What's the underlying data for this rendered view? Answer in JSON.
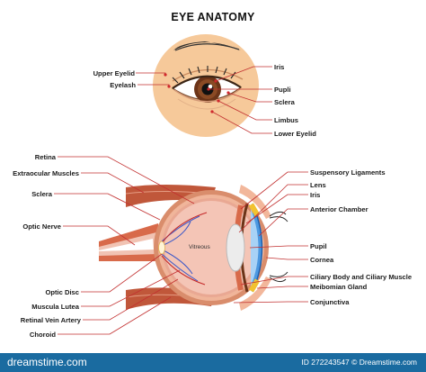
{
  "title": "EYE ANATOMY",
  "front_labels_left": [
    "Upper Eyelid",
    "Eyelash"
  ],
  "front_labels_right": [
    "Iris",
    "Pupli",
    "Sclera",
    "Limbus",
    "Lower Eyelid"
  ],
  "section_labels_left": [
    "Retina",
    "Extraocular Muscles",
    "Sclera",
    "Optic Nerve",
    "Optic Disc",
    "Muscula Lutea",
    "Retinal Vein Artery",
    "Choroid"
  ],
  "section_labels_right": [
    "Suspensory Ligaments",
    "Lens",
    "Iris",
    "Anterior Chamber",
    "Pupil",
    "Cornea",
    "Ciliary Body and Ciliary Muscle",
    "Meibomian Gland",
    "Conjunctiva"
  ],
  "inner_label": "Vitreous",
  "footer": {
    "logo_text": "dreamstime.com",
    "id_text": "ID 272243547 © Dreamstime.com"
  },
  "colors": {
    "skin": "#f6c99a",
    "iris": "#6b3418",
    "sclera_wall": "#e6a88a",
    "muscle": "#c0573a",
    "cornea": "#3b8ad6",
    "lens": "#e8e8e8",
    "footer": "#1a6ba0"
  }
}
